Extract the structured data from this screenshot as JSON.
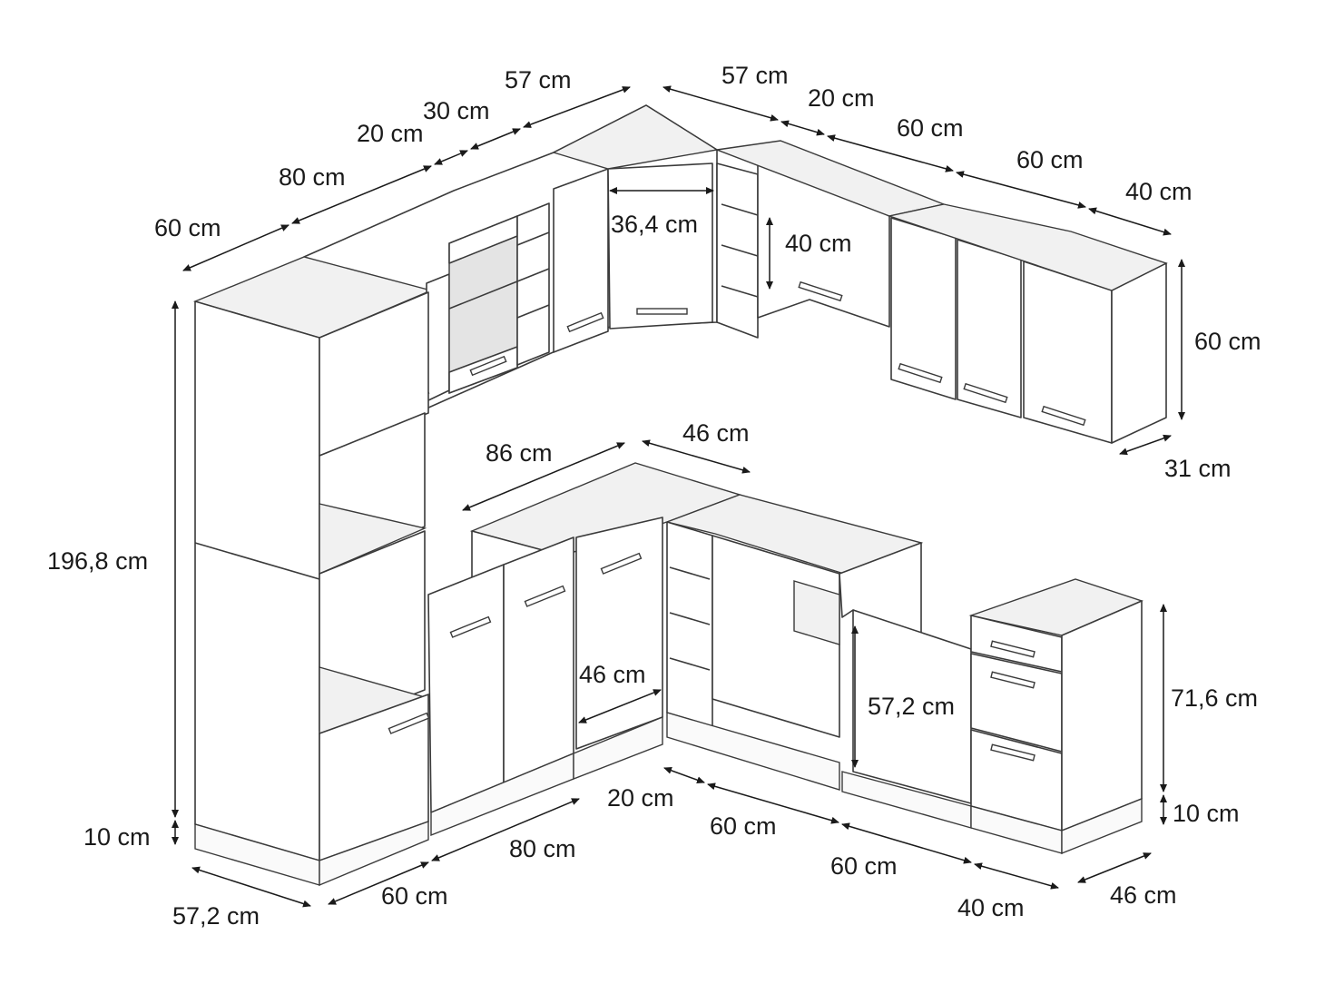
{
  "colors": {
    "line": "#3a3a3a",
    "dimension": "#1a1a1a",
    "background": "#ffffff",
    "glass": "#e4e4e4"
  },
  "dimensions": {
    "top_left_row": [
      "60 cm",
      "80 cm",
      "20 cm",
      "30 cm",
      "57 cm"
    ],
    "top_right_row": [
      "57 cm",
      "20 cm",
      "60 cm",
      "60 cm",
      "40 cm"
    ],
    "corner_wall_inner": "36,4 cm",
    "wall_short_height": "40 cm",
    "wall_height": "60 cm",
    "wall_depth": "31 cm",
    "tall_height": "196,8 cm",
    "plinth_left": "10 cm",
    "tall_depth": "57,2 cm",
    "base_corner_length": "86 cm",
    "base_corner_depth": "46 cm",
    "base_corner_inner": "46 cm",
    "oven_unit_height": "57,2 cm",
    "base_height": "71,6 cm",
    "plinth_right": "10 cm",
    "bottom_left_row": [
      "60 cm",
      "80 cm"
    ],
    "bottom_right_row": [
      "20 cm",
      "60 cm",
      "60 cm",
      "40 cm"
    ],
    "base_depth": "46 cm"
  }
}
